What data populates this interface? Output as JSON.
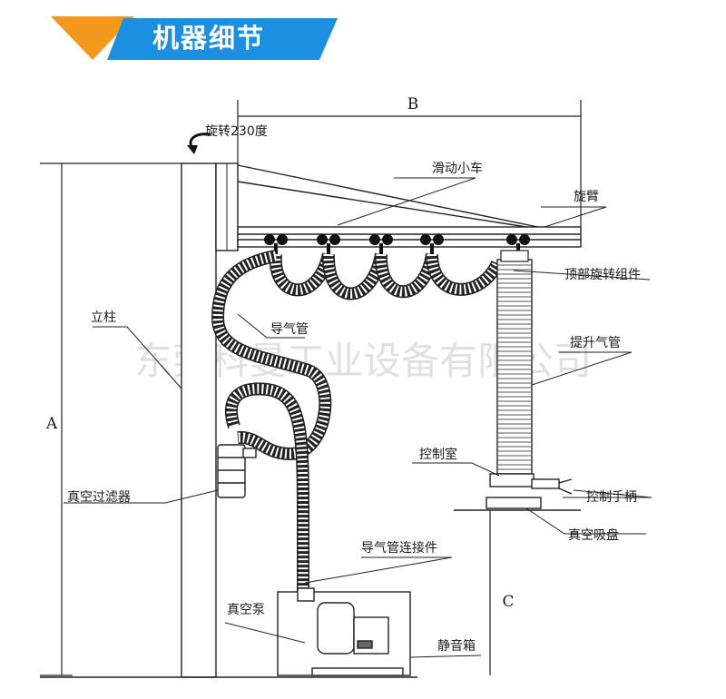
{
  "banner": {
    "title": "机器细节",
    "accent_orange": "#f39a1e",
    "accent_blue": "#1d8fe0"
  },
  "watermark": "东莞科曼工业设备有限公司",
  "dimensions": {
    "a": "A",
    "b": "B",
    "c": "C"
  },
  "labels": {
    "rotation": "旋转230度",
    "trolley": "滑动小车",
    "arm": "旋臂",
    "top_swivel": "顶部旋转组件",
    "column": "立柱",
    "air_hose": "导气管",
    "lift_tube": "提升气管",
    "control_room": "控制室",
    "control_handle": "控制手柄",
    "vacuum_filter": "真空过滤器",
    "suction_pad": "真空吸盘",
    "hose_connector": "导气管连接件",
    "vacuum_pump": "真空泵",
    "silent_box": "静音箱"
  }
}
